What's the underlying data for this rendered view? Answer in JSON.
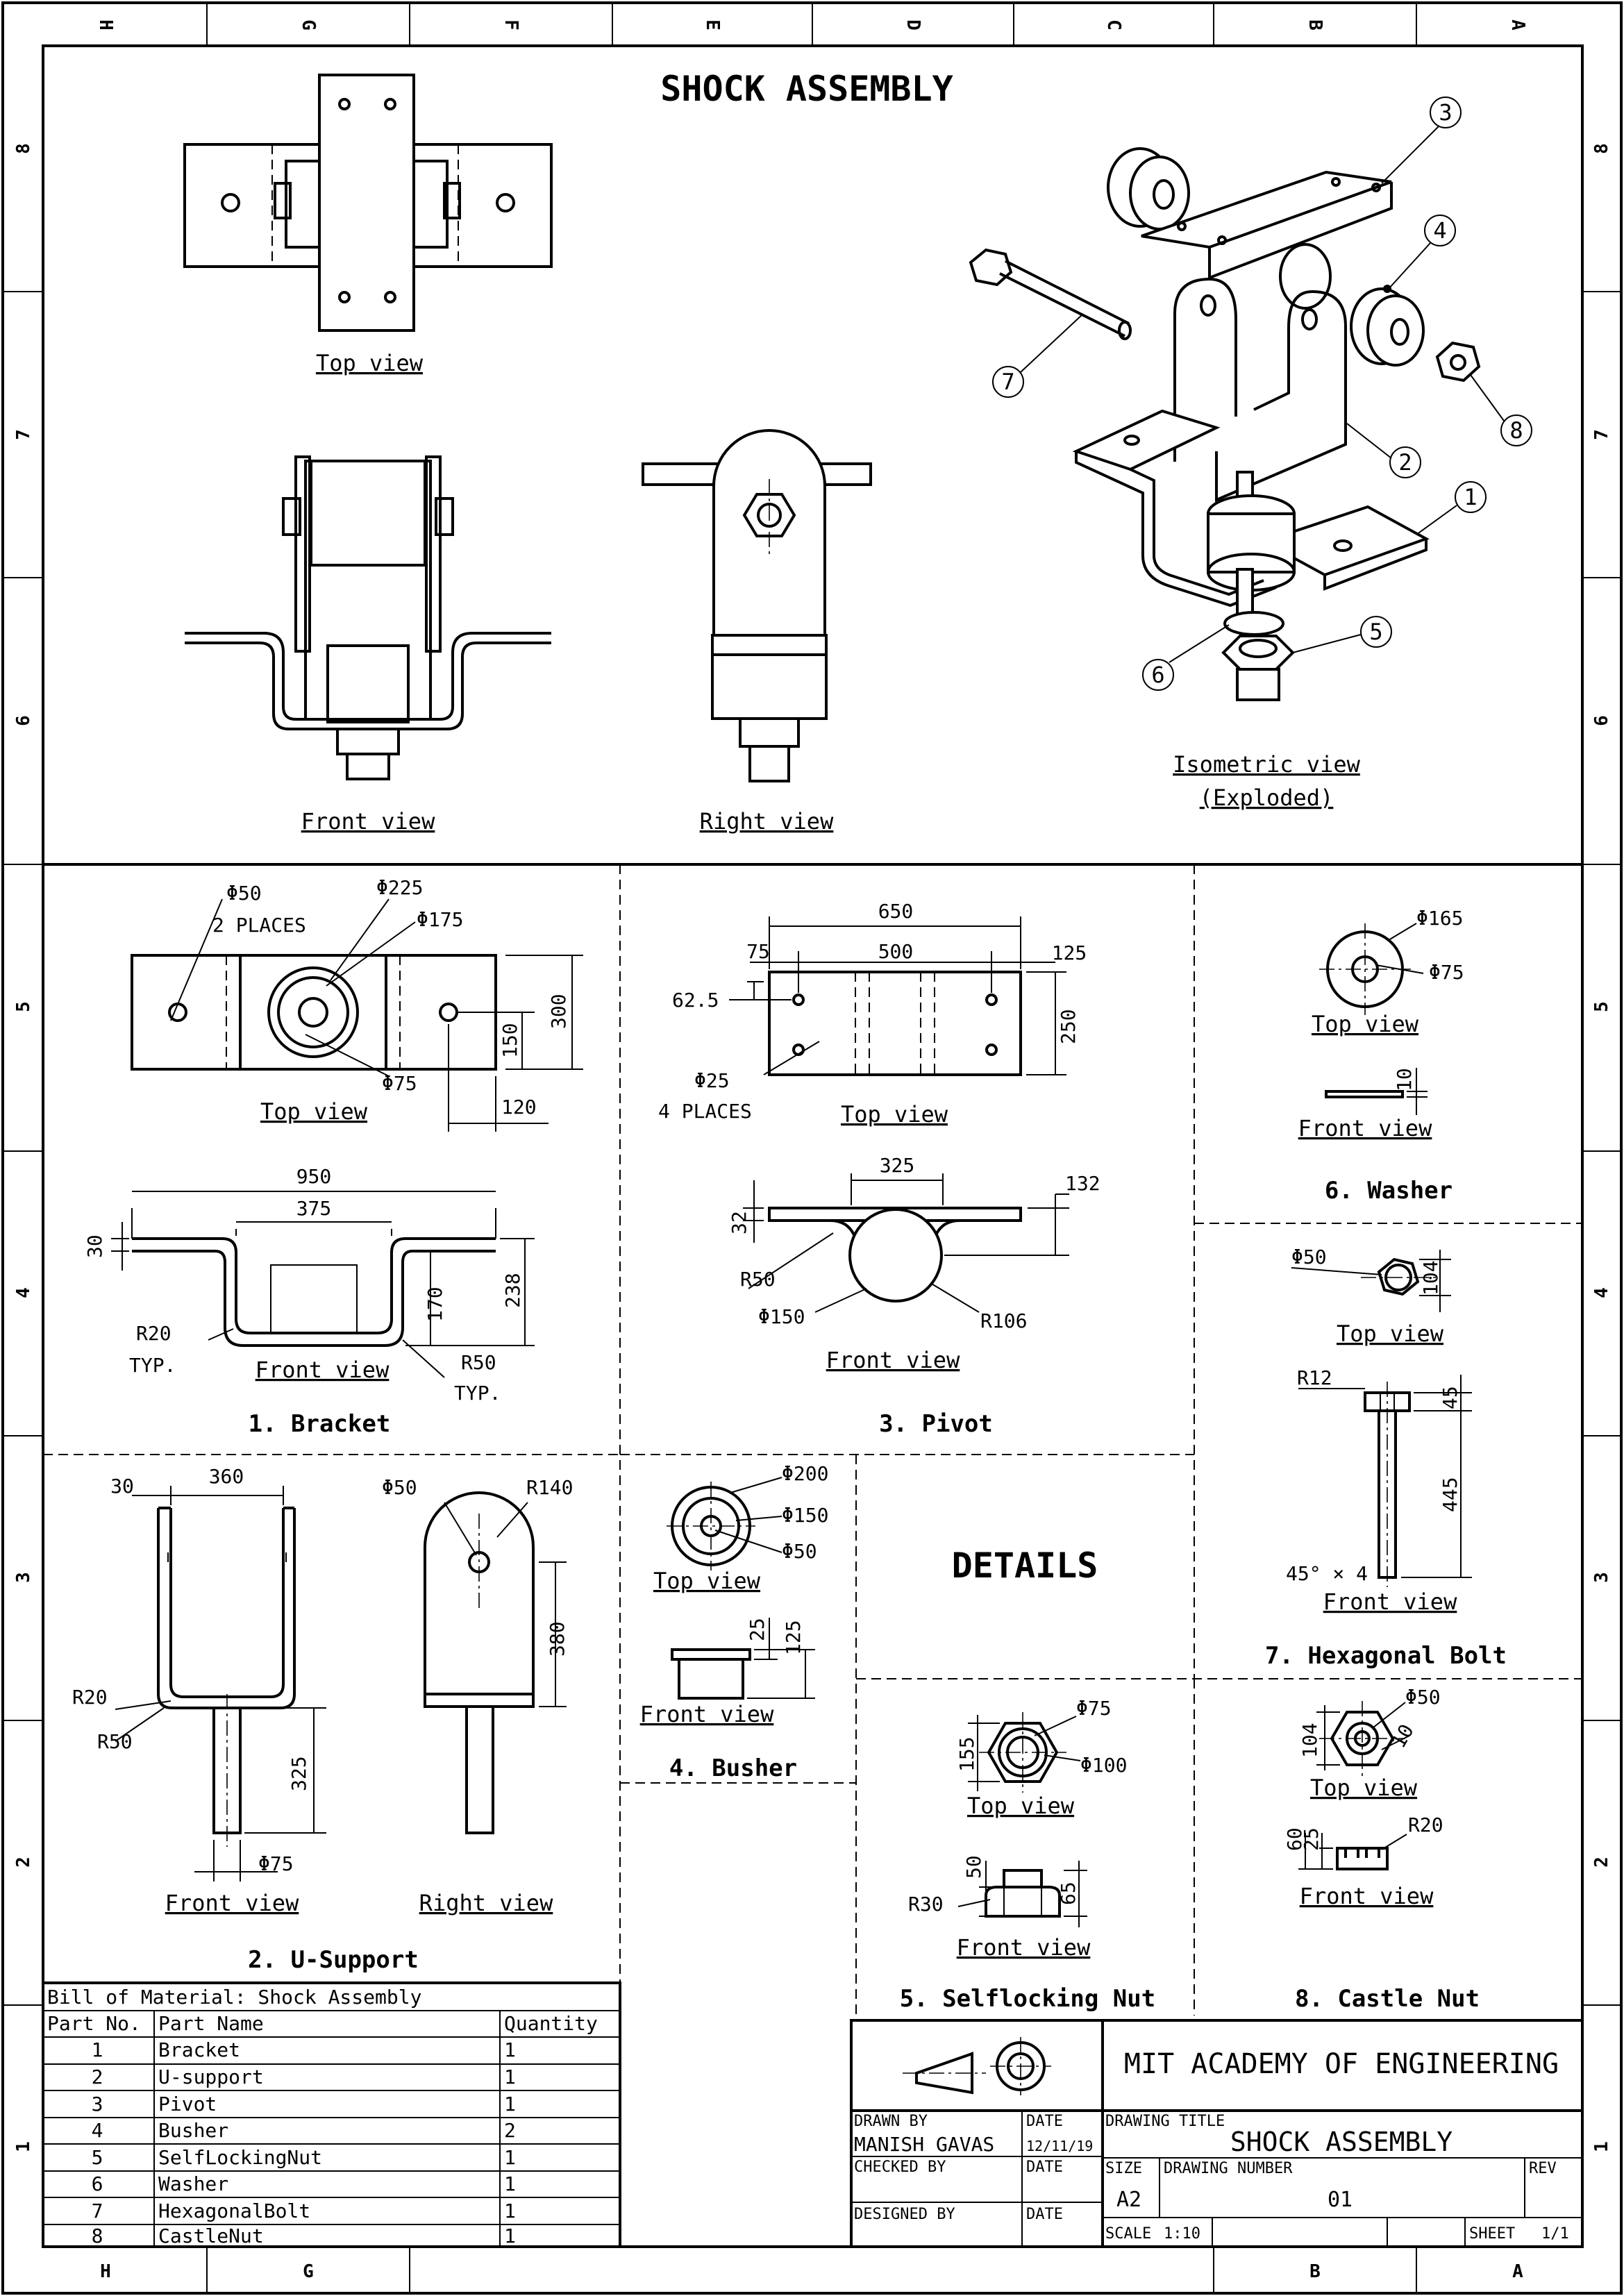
{
  "sheet_title": "SHOCK ASSEMBLY",
  "grid": {
    "letters_top": [
      "H",
      "G",
      "F",
      "E",
      "D",
      "C",
      "B",
      "A"
    ],
    "letters_bottom": [
      "H",
      "G",
      "B",
      "A"
    ],
    "numbers": [
      "8",
      "7",
      "6",
      "5",
      "4",
      "3",
      "2",
      "1"
    ]
  },
  "assembly": {
    "top_view": "Top view",
    "front_view": "Front view",
    "right_view": "Right view",
    "iso_view_1": "Isometric view",
    "iso_view_2": "(Exploded)",
    "balloons": [
      "1",
      "2",
      "3",
      "4",
      "5",
      "6",
      "7",
      "8"
    ]
  },
  "details_label": "DETAILS",
  "parts": {
    "bracket": {
      "title": "1. Bracket",
      "top_view": "Top view",
      "front_view": "Front view",
      "dims": {
        "hole": "Φ50",
        "places": "2 PLACES",
        "d225": "Φ225",
        "d175": "Φ175",
        "d75": "Φ75",
        "h300": "300",
        "h150": "150",
        "w120": "120",
        "w950": "950",
        "w375": "375",
        "t30": "30",
        "h170": "170",
        "h238": "238",
        "r20": "R20",
        "typ1": "TYP.",
        "r50": "R50",
        "typ2": "TYP."
      }
    },
    "usupport": {
      "title": "2. U-Support",
      "front_view": "Front view",
      "right_view": "Right view",
      "dims": {
        "t30": "30",
        "w360": "360",
        "r20": "R20",
        "r50": "R50",
        "h325": "325",
        "d75": "Φ75",
        "d50": "Φ50",
        "r140": "R140",
        "h380": "380"
      }
    },
    "pivot": {
      "title": "3. Pivot",
      "top_view": "Top view",
      "front_view": "Front view",
      "dims": {
        "w650": "650",
        "w75": "75",
        "w500": "500",
        "w125": "125",
        "h62": "62.5",
        "h250": "250",
        "d25": "Φ25",
        "places": "4 PLACES",
        "w325": "325",
        "h132": "132",
        "t32": "32",
        "r50": "R50",
        "d150": "Φ150",
        "r106": "R106"
      }
    },
    "busher": {
      "title": "4. Busher",
      "top_view": "Top view",
      "front_view": "Front view",
      "dims": {
        "d200": "Φ200",
        "d150": "Φ150",
        "d50": "Φ50",
        "h25": "25",
        "h125": "125"
      }
    },
    "nut": {
      "title": "5. Selflocking Nut",
      "top_view": "Top view",
      "front_view": "Front view",
      "dims": {
        "d75": "Φ75",
        "d100": "Φ100",
        "h155": "155",
        "h50": "50",
        "h65": "65",
        "r30": "R30"
      }
    },
    "washer": {
      "title": "6. Washer",
      "top_view": "Top view",
      "front_view": "Front view",
      "dims": {
        "d165": "Φ165",
        "d75": "Φ75",
        "t10": "10"
      }
    },
    "bolt": {
      "title": "7. Hexagonal Bolt",
      "top_view": "Top view",
      "front_view": "Front view",
      "dims": {
        "d50": "Φ50",
        "h104": "104",
        "r12": "R12",
        "h45": "45",
        "h445": "445",
        "chamfer": "45° × 4"
      }
    },
    "castle": {
      "title": "8. Castle Nut",
      "top_view": "Top view",
      "front_view": "Front view",
      "dims": {
        "h104": "104",
        "d50": "Φ50",
        "t10": "10",
        "h60": "60",
        "h25": "25",
        "r20": "R20"
      }
    }
  },
  "bom": {
    "title": "Bill of Material: Shock Assembly",
    "headers": [
      "Part No.",
      "Part Name",
      "Quantity"
    ],
    "rows": [
      [
        "1",
        "Bracket",
        "1"
      ],
      [
        "2",
        "U-support",
        "1"
      ],
      [
        "3",
        "Pivot",
        "1"
      ],
      [
        "4",
        "Busher",
        "2"
      ],
      [
        "5",
        "SelfLockingNut",
        "1"
      ],
      [
        "6",
        "Washer",
        "1"
      ],
      [
        "7",
        "HexagonalBolt",
        "1"
      ],
      [
        "8",
        "CastleNut",
        "1"
      ]
    ]
  },
  "titleblock": {
    "institute": "MIT ACADEMY OF ENGINEERING",
    "drawn_by_label": "DRAWN BY",
    "drawn_by": "MANISH GAVAS",
    "date_label": "DATE",
    "date": "12/11/19",
    "checked_by_label": "CHECKED BY",
    "checked_date_label": "DATE",
    "designed_by_label": "DESIGNED BY",
    "designed_date_label": "DATE",
    "drawing_title_label": "DRAWING TITLE",
    "drawing_title": "SHOCK ASSEMBLY",
    "size_label": "SIZE",
    "size": "A2",
    "drawing_number_label": "DRAWING NUMBER",
    "drawing_number": "01",
    "rev_label": "REV",
    "scale_label": "SCALE",
    "scale": "1:10",
    "sheet_label": "SHEET",
    "sheet": "1/1"
  }
}
